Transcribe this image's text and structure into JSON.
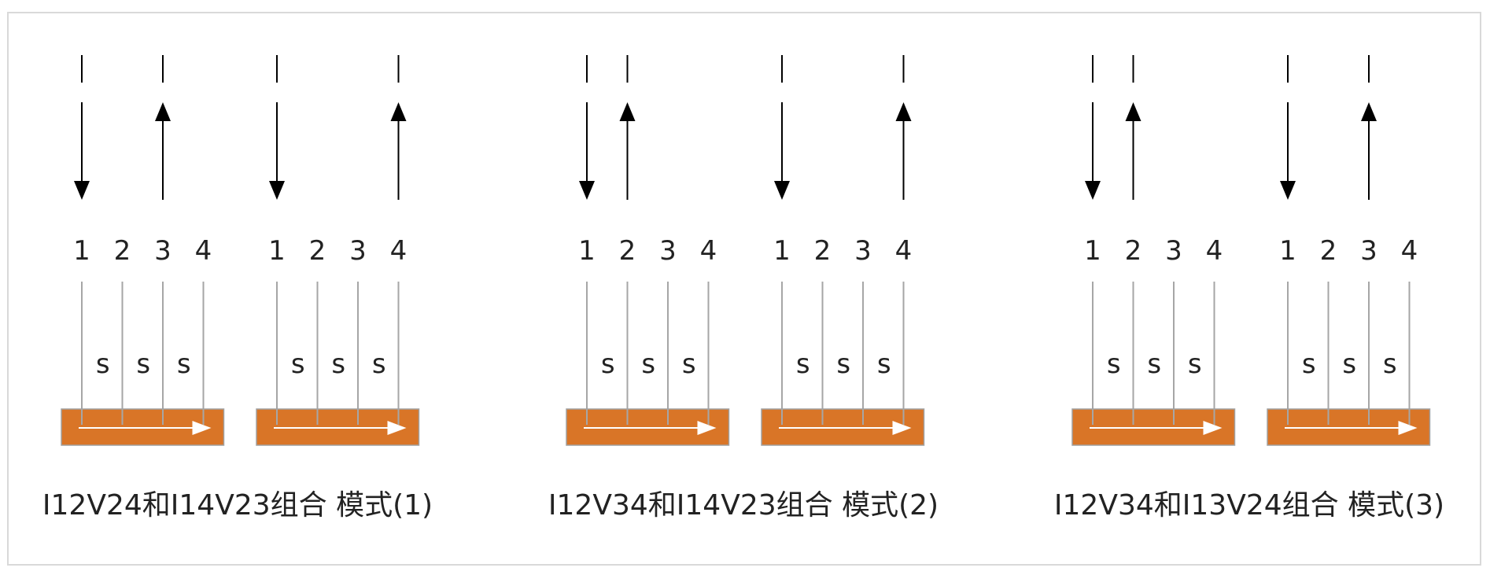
{
  "colors": {
    "stripe_fill": "#d97527",
    "stripe_border": "#a1a1a1",
    "stripe_arrow": "#ffffff",
    "line": "#000000",
    "grey_line": "#a6a6a6",
    "text": "#222222"
  },
  "icons": {
    "down_arrow": "arrow-down-icon",
    "up_arrow": "arrow-up-icon",
    "stripe_arrow": "arrow-right-icon"
  },
  "groups": [
    {
      "caption": "I12V24和I14V23组合 模式(1)",
      "panels": [
        {
          "electrode_labels": [
            "1",
            "2",
            "3",
            "4"
          ],
          "spacing_labels": [
            "s",
            "s",
            "s"
          ],
          "current_in": 1,
          "current_out": 3
        },
        {
          "electrode_labels": [
            "1",
            "2",
            "3",
            "4"
          ],
          "spacing_labels": [
            "s",
            "s",
            "s"
          ],
          "current_in": 1,
          "current_out": 4
        }
      ]
    },
    {
      "caption": "I12V34和I14V23组合 模式(2)",
      "panels": [
        {
          "electrode_labels": [
            "1",
            "2",
            "3",
            "4"
          ],
          "spacing_labels": [
            "s",
            "s",
            "s"
          ],
          "current_in": 1,
          "current_out": 2
        },
        {
          "electrode_labels": [
            "1",
            "2",
            "3",
            "4"
          ],
          "spacing_labels": [
            "s",
            "s",
            "s"
          ],
          "current_in": 1,
          "current_out": 4
        }
      ]
    },
    {
      "caption": "I12V34和I13V24组合 模式(3)",
      "panels": [
        {
          "electrode_labels": [
            "1",
            "2",
            "3",
            "4"
          ],
          "spacing_labels": [
            "s",
            "s",
            "s"
          ],
          "current_in": 1,
          "current_out": 2
        },
        {
          "electrode_labels": [
            "1",
            "2",
            "3",
            "4"
          ],
          "spacing_labels": [
            "s",
            "s",
            "s"
          ],
          "current_in": 1,
          "current_out": 3
        }
      ]
    }
  ]
}
